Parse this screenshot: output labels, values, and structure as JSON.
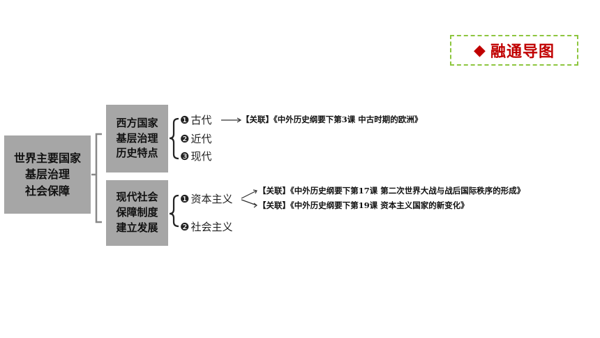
{
  "badge": {
    "label": "融通导图",
    "diamond": "◆",
    "color": "#c00000",
    "border_color": "#8dc63f"
  },
  "root": {
    "lines": [
      "世界主要国家",
      "基层治理",
      "社会保障"
    ]
  },
  "branches": [
    {
      "lines": [
        "西方国家",
        "基层治理",
        "历史特点"
      ],
      "items": [
        {
          "num": "❶",
          "label": "古代",
          "links": [
            "【关联】《中外历史纲要下第3课  中古时期的欧洲》"
          ]
        },
        {
          "num": "❷",
          "label": "近代",
          "links": []
        },
        {
          "num": "❸",
          "label": "现代",
          "links": []
        }
      ]
    },
    {
      "lines": [
        "现代社会",
        "保障制度",
        "建立发展"
      ],
      "items": [
        {
          "num": "❶",
          "label": "资本主义",
          "links": [
            "【关联】《中外历史纲要下第17课  第二次世界大战与战后国际秩序的形成》",
            "【关联】《中外历史纲要下第19课  资本主义国家的新变化》"
          ]
        },
        {
          "num": "❷",
          "label": "社会主义",
          "links": []
        }
      ]
    }
  ],
  "colors": {
    "box_fill": "#a6a6a6",
    "line": "#555555"
  }
}
